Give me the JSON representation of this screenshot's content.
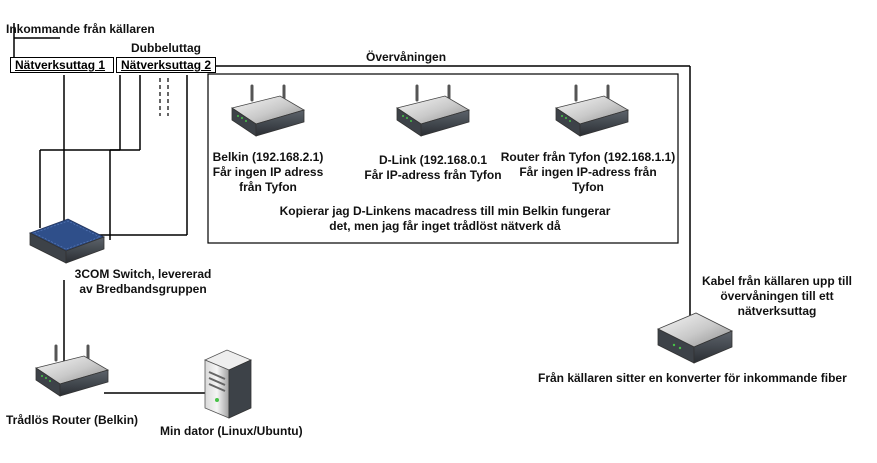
{
  "labels": {
    "incoming": "Inkommande från källaren",
    "dual_outlet": "Dubbeluttag",
    "outlet1": "Nätverksuttag 1",
    "outlet2": "Nätverksuttag 2",
    "upstairs": "Övervåningen",
    "belkin_line1": "Belkin (192.168.2.1)",
    "belkin_line2": "Får ingen IP adress",
    "belkin_line3": "från Tyfon",
    "dlink_line1": "D-Link (192.168.0.1",
    "dlink_line2": "Får IP-adress från Tyfon",
    "tyfon_line1": "Router från Tyfon (192.168.1.1)",
    "tyfon_line2": "Får ingen IP-adress från",
    "tyfon_line3": "Tyfon",
    "note_line1": "Kopierar jag D-Linkens macadress till min Belkin fungerar",
    "note_line2": "det, men jag får inget trådlöst nätverk då",
    "switch_line1": "3COM Switch, levererad",
    "switch_line2": "av Bredbandsgruppen",
    "router_label": "Trådlös Router (Belkin)",
    "computer_label": "Min dator (Linux/Ubuntu)",
    "cable_line1": "Kabel från källaren upp till",
    "cable_line2": "övervåningen till ett",
    "cable_line3": "nätverksuttag",
    "converter_label": "Från källaren sitter en konverter för inkommande fiber"
  },
  "colors": {
    "line": "#000000",
    "device_body": "#4a4f56",
    "device_light": "#f2f2f2",
    "switch_ports": "#2f4f8a",
    "led": "#47c247"
  },
  "icons": [
    "wireless-router-icon",
    "network-switch-icon",
    "server-tower-icon",
    "modem-converter-icon"
  ]
}
